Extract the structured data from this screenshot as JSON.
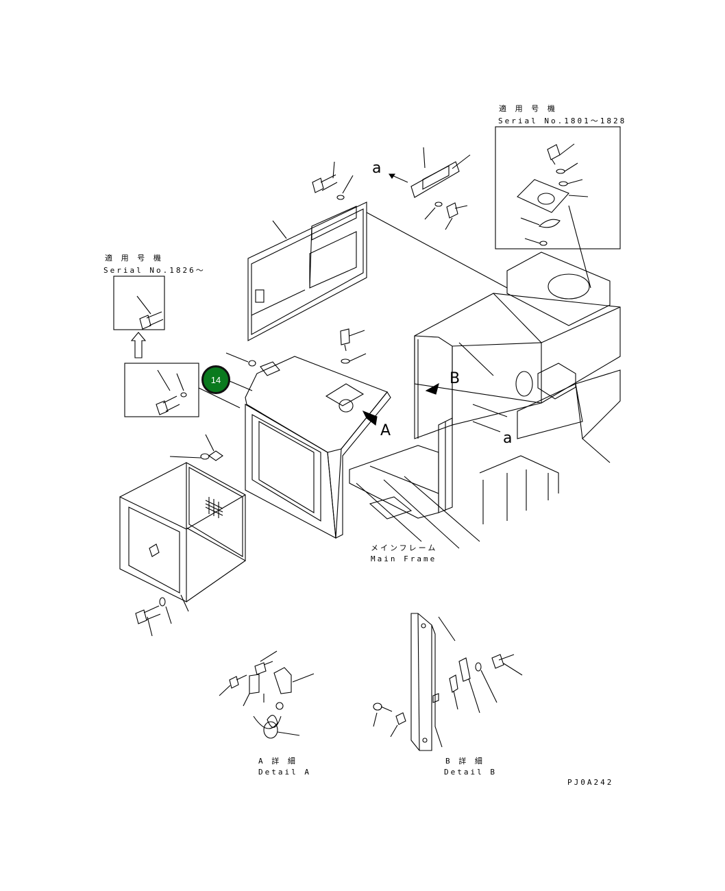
{
  "serial_box_left": {
    "title": "適 用 号 機",
    "serial": "Serial No.1826〜"
  },
  "serial_box_right": {
    "title": "適 用 号 機",
    "serial": "Serial No.1801〜1828"
  },
  "view_letters": {
    "a_top": "a",
    "a_bottom": "a",
    "A": "A",
    "B": "B"
  },
  "main_frame": {
    "jp": "メインフレーム",
    "en": "Main Frame"
  },
  "detail_a": {
    "jp": "A 詳 細",
    "en": "Detail A"
  },
  "detail_b": {
    "jp": "B 詳 細",
    "en": "Detail B"
  },
  "callout_number": "14",
  "drawing_code": "PJ0A242",
  "colors": {
    "callout": "#0a7a1e",
    "ink": "#000000"
  }
}
